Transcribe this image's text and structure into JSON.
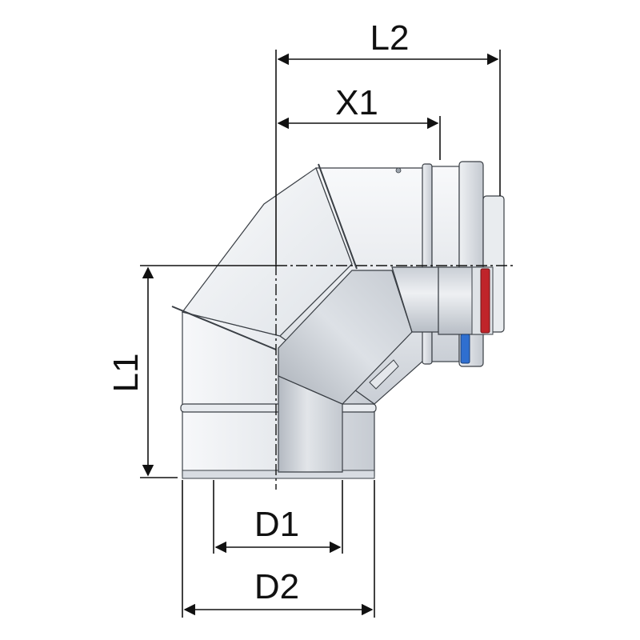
{
  "labels": {
    "l2": "L2",
    "x1": "X1",
    "l1": "L1",
    "d1": "D1",
    "d2": "D2"
  },
  "colors": {
    "metal_light": "#f1f3f6",
    "metal_mid": "#d2d6dc",
    "metal_dark": "#9ea5ae",
    "inner_light": "#e4e7eb",
    "inner_dark": "#a9afb7",
    "seal_red": "#c0242a",
    "seal_blue": "#2f6fd0",
    "outline": "#3a3f45",
    "dimension": "#111111"
  }
}
